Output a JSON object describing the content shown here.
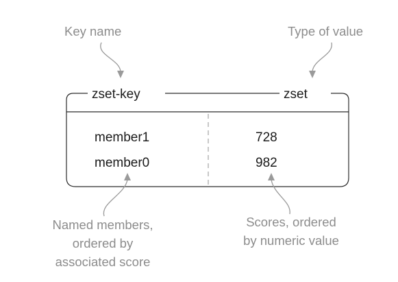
{
  "structure": {
    "key_name": "zset-key",
    "type": "zset"
  },
  "members": [
    {
      "member": "member1",
      "score": "728"
    },
    {
      "member": "member0",
      "score": "982"
    }
  ],
  "annotations": {
    "key_name": [
      "Key name"
    ],
    "type_of_value": [
      "Type of value"
    ],
    "members": [
      "Named members,",
      "ordered by",
      "associated score"
    ],
    "scores": [
      "Scores, ordered",
      "by numeric value"
    ]
  }
}
